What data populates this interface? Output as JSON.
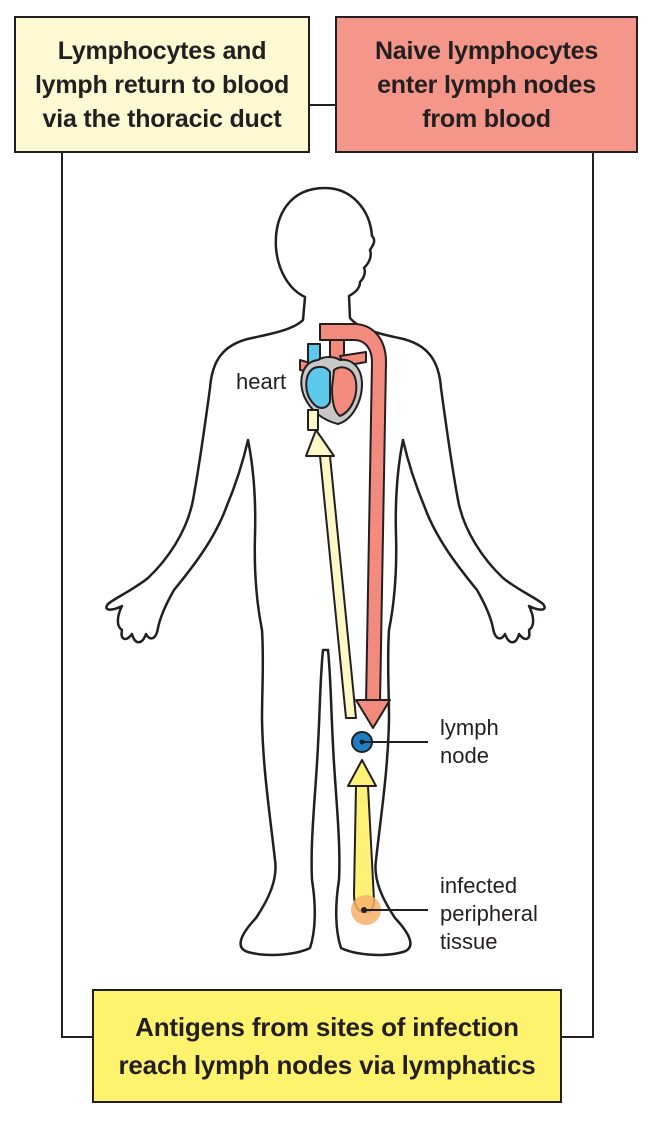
{
  "boxes": {
    "top_left": "Lymphocytes and\nlymph return to blood\nvia the thoracic duct",
    "top_right": "Naive lymphocytes\nenter lymph nodes\nfrom blood",
    "bottom": "Antigens from sites of infection\nreach lymph nodes via lymphatics"
  },
  "labels": {
    "heart": "heart",
    "lymph_node": "lymph\nnode",
    "infected_tissue": "infected\nperipheral\ntissue"
  },
  "colors": {
    "outline": "#231f20",
    "box_cream": "#fdf9d3",
    "box_salmon": "#f4968a",
    "box_yellow": "#fff36d",
    "arrow_red": "#f28b7d",
    "arrow_cream": "#fdf8c8",
    "arrow_yellow": "#fff176",
    "heart_blue": "#5bc8ec",
    "node_blue": "#1e7fc4",
    "tissue_orange": "#f7b06a"
  }
}
